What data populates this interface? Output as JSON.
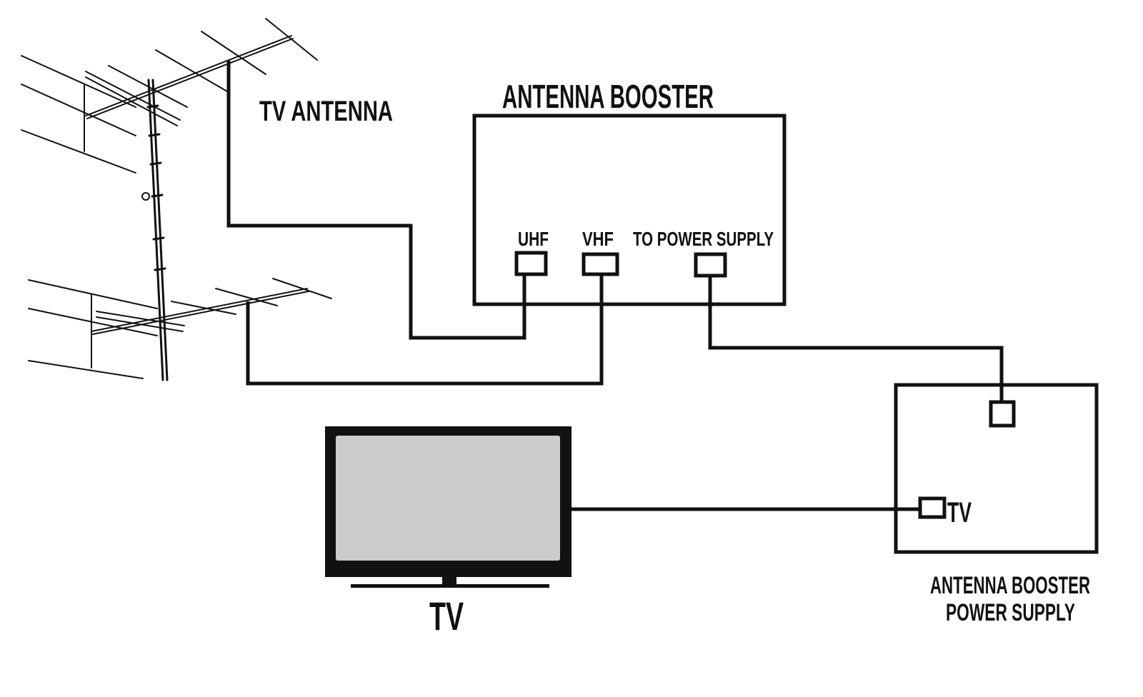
{
  "labels": {
    "tv_antenna": "TV ANTENNA",
    "antenna_booster": "ANTENNA BOOSTER",
    "uhf": "UHF",
    "vhf": "VHF",
    "to_power_supply": "TO POWER SUPPLY",
    "tv_port": "TV",
    "tv": "TV",
    "power_supply_line1": "ANTENNA BOOSTER",
    "power_supply_line2": "POWER SUPPLY"
  },
  "colors": {
    "line": "#111111",
    "background": "#ffffff",
    "tv_screen": "#cccccc"
  }
}
